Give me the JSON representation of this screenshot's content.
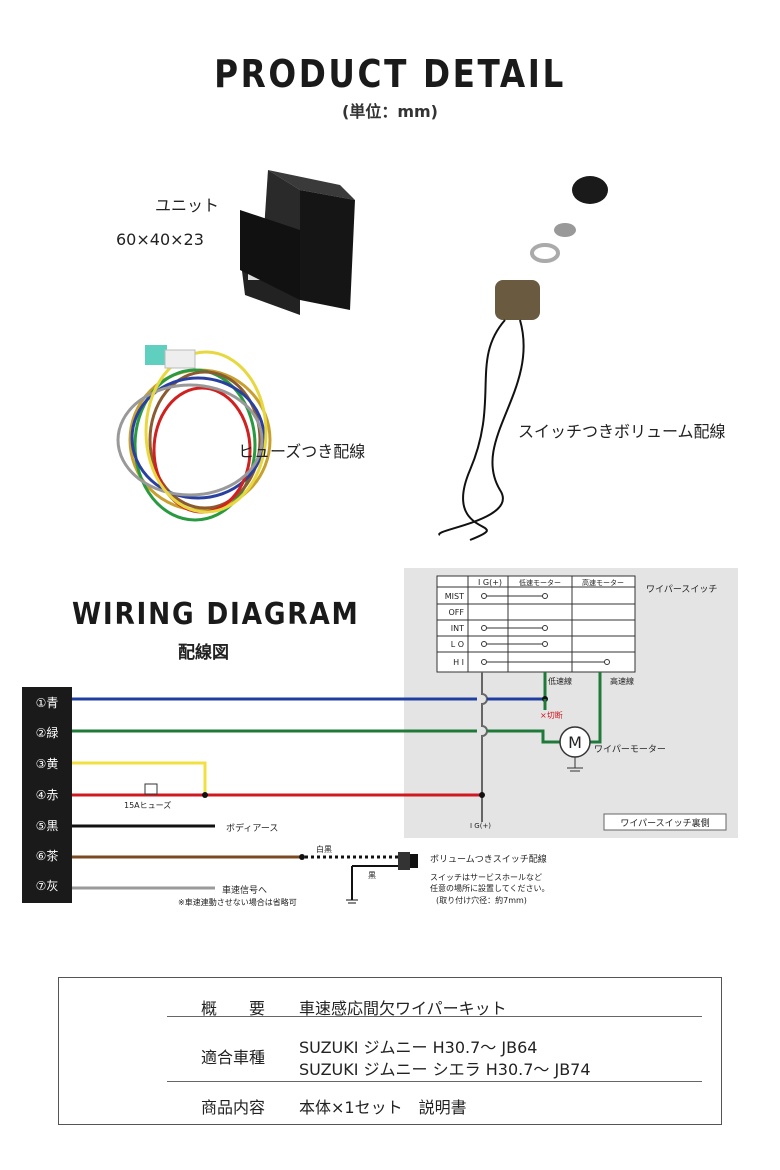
{
  "header": {
    "title": "PRODUCT DETAIL",
    "unit": "(単位：mm)"
  },
  "products": {
    "unit_label": "ユニット",
    "unit_size": "60×40×23",
    "fuse_harness": "ヒューズつき配線",
    "switch_harness": "スイッチつきボリューム配線"
  },
  "wiring": {
    "title": "WIRING DIAGRAM",
    "subtitle": "配線図",
    "wires": [
      {
        "label": "①青",
        "color": "#1f3fa0"
      },
      {
        "label": "②緑",
        "color": "#1f7a3a"
      },
      {
        "label": "③黄",
        "color": "#f0e040"
      },
      {
        "label": "④赤",
        "color": "#d01820"
      },
      {
        "label": "⑤黒",
        "color": "#111111"
      },
      {
        "label": "⑥茶",
        "color": "#7a4a20"
      },
      {
        "label": "⑦灰",
        "color": "#9a9a9a"
      }
    ],
    "fuse": "15Aヒューズ",
    "body_ground": "ボディアース",
    "vehicle_speed": "車速信号へ",
    "vehicle_speed_note": "※車速連動させない場合は省略可",
    "white_black": "白黒",
    "black": "黒",
    "volume_switch": "ボリュームつきスイッチ配線",
    "install_note_1": "スイッチはサービスホールなど",
    "install_note_2": "任意の場所に設置してください。",
    "install_note_3": "(取り付け穴径：約7mm)",
    "panel": {
      "wiper_switch": "ワイパースイッチ",
      "headers": [
        "I G(+)",
        "低速モーター",
        "高速モーター"
      ],
      "rows": [
        "MIST",
        "OFF",
        "INT",
        "L O",
        "H I"
      ],
      "low_line": "低速線",
      "high_line": "高速線",
      "cut": "×切断",
      "motor_symbol": "M",
      "motor": "ワイパーモーター",
      "ig": "I G(+)",
      "backside": "ワイパースイッチ裏側"
    }
  },
  "spec": {
    "rows": [
      {
        "key": "概　　要",
        "values": [
          "車速感応間欠ワイパーキット"
        ]
      },
      {
        "key": "適合車種",
        "values": [
          "SUZUKI ジムニー H30.7～ JB64",
          "SUZUKI ジムニー シエラ H30.7～ JB74"
        ]
      },
      {
        "key": "商品内容",
        "values": [
          "本体×1セット　説明書"
        ]
      }
    ]
  }
}
